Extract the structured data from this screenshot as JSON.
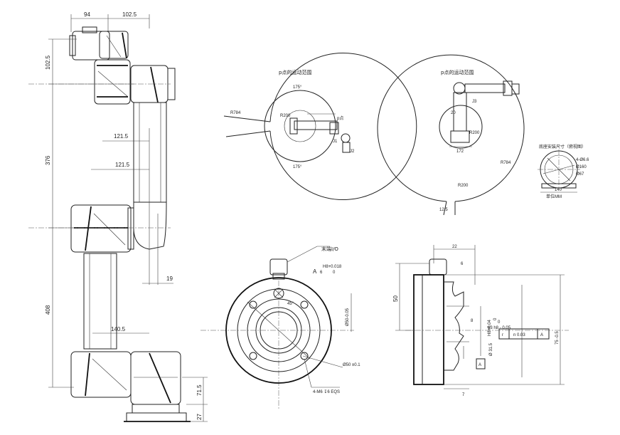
{
  "side_view": {
    "dims": {
      "top_w1": "94",
      "top_w2": "102.5",
      "v_top": "102.5",
      "v_mid": "376",
      "v_low": "408",
      "h_1": "121.5",
      "h_2": "121.5",
      "h_3": "19",
      "h_4": "140.5",
      "v_base1": "71.5",
      "v_base2": "27"
    }
  },
  "reach_left": {
    "title": "p点的运动范围",
    "radius": "R784",
    "inner_r": "R200",
    "angle_top": "175°",
    "angle_bottom": "175°",
    "p_label": "p点",
    "label_j1": "J1",
    "label_j2": "J2"
  },
  "reach_right": {
    "title": "p点的运动范围",
    "radius": "R784",
    "r_small": "R200",
    "r_mid": "R200",
    "label_j3": "J3",
    "dim_172": "172",
    "dim_bottom": "12.5",
    "label_20": "20"
  },
  "base_detail": {
    "title": "底座安装尺寸（俯视图）",
    "unit": "单位MM",
    "dim_a": "4-Ø6.6",
    "dim_b": "Ø160",
    "dim_c": "Ø67",
    "dim_d": "140"
  },
  "flange_front": {
    "io_label": "末端I/O",
    "h8_label": "H8+0.018",
    "h8_sub_a": "6",
    "h8_sub_b": "0",
    "dia_a": "A",
    "angle": "45°",
    "dim_vertical": "Ø50-0.05",
    "dim_pcd": "Ø50 ±0.1",
    "screw": "4-M6 ↧6 EQS",
    "dim_marker": "A"
  },
  "flange_side": {
    "dim_top": "22",
    "dim_6": "6",
    "dim_50": "50",
    "dim_75": "75 -0.5",
    "dim_8": "8",
    "dim_7": "7",
    "h8": "H8+0.04",
    "h8_0": "0",
    "dia_63": "63 h8 - 0.05",
    "dia_63_0": "0",
    "dia_31": "Ø 31.5",
    "tol_sym": "r",
    "tol_val": "n 0.03",
    "tol_ref": "A",
    "datum": "A"
  }
}
